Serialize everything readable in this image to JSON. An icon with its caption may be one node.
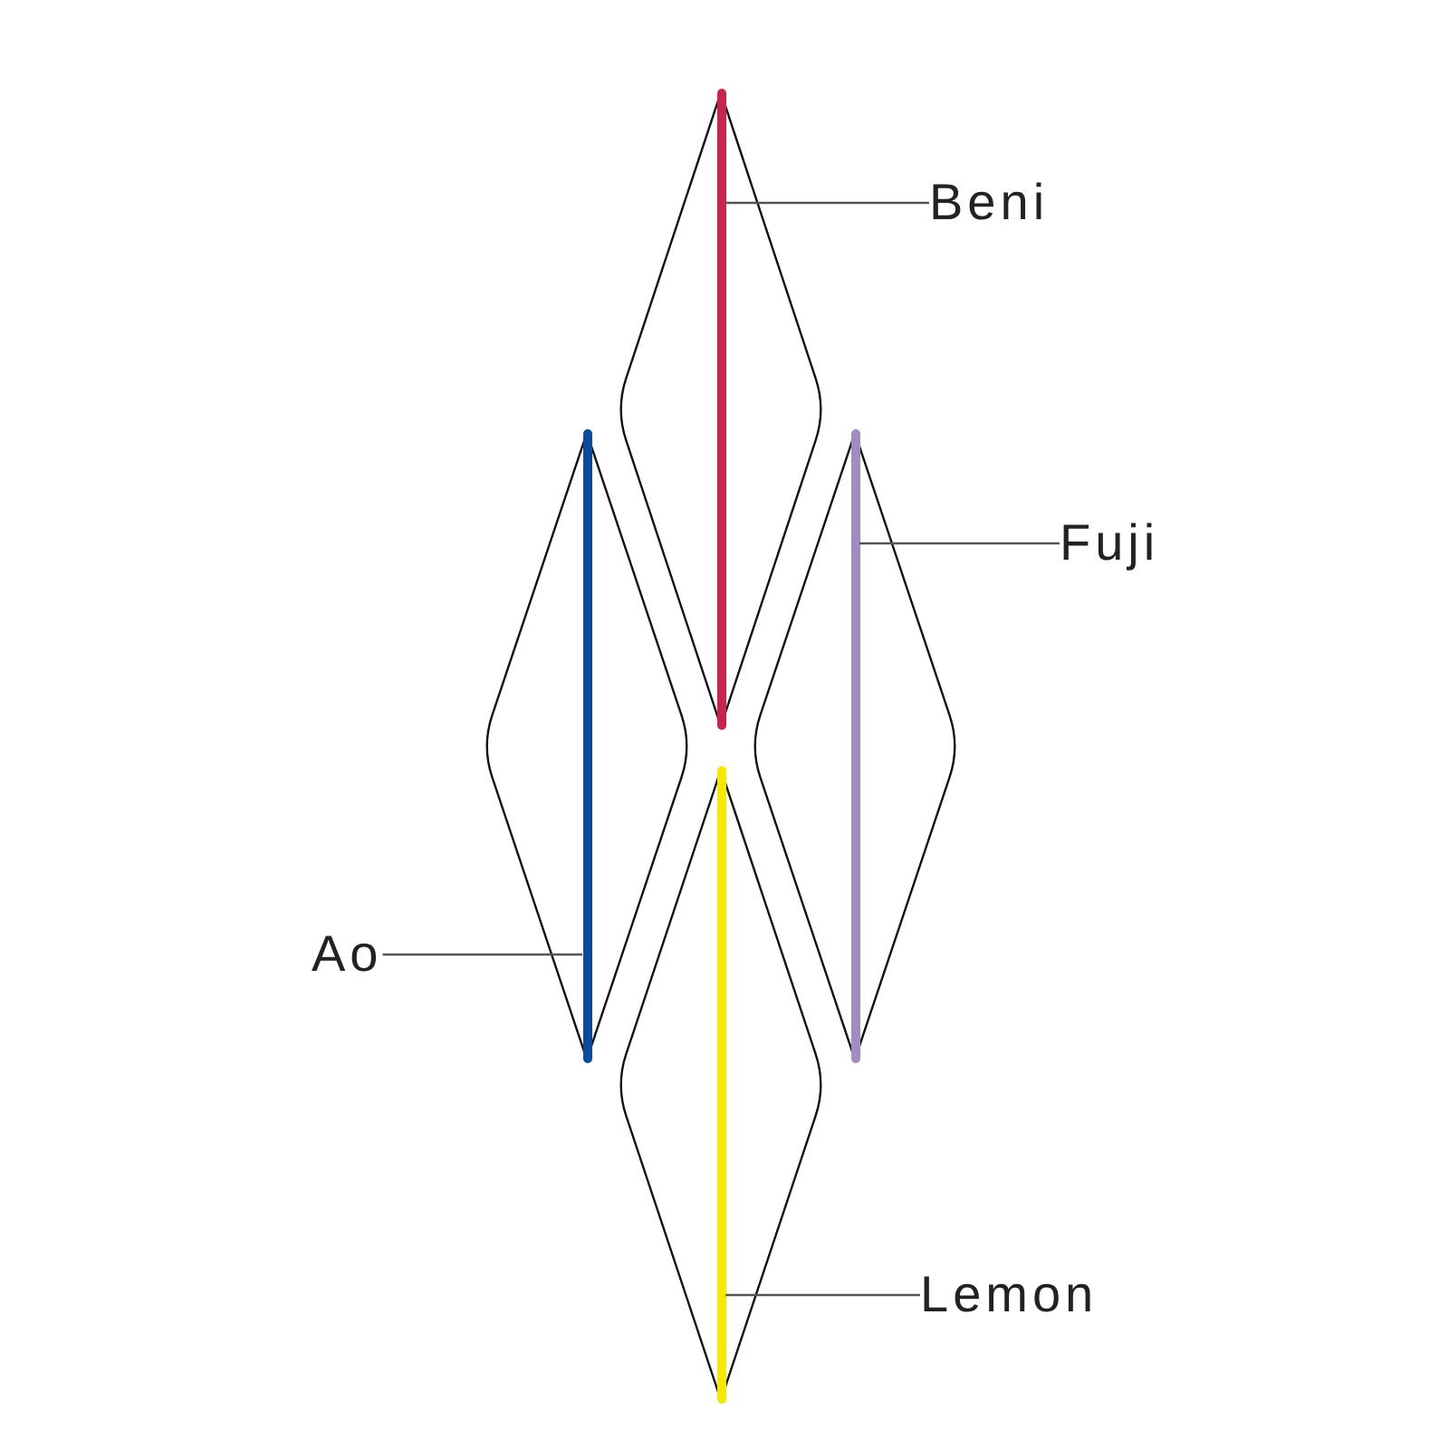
{
  "diagram": {
    "nodes": [
      {
        "text": [],
        "shape": "diamond"
      },
      {
        "text": [],
        "shape": "bar",
        "in": 0
      },
      {
        "text": [
          "Beni"
        ]
      },
      {
        "text": [],
        "shape": "diamond"
      },
      {
        "text": [],
        "shape": "bar",
        "in": 3
      },
      {
        "text": [],
        "shape": "diamond"
      },
      {
        "text": [],
        "shape": "bar",
        "in": 5
      },
      {
        "text": [
          "Fuji"
        ]
      },
      {
        "text": [
          "Ao"
        ]
      },
      {
        "text": [],
        "shape": "diamond"
      },
      {
        "text": [],
        "shape": "bar",
        "in": 9
      },
      {
        "text": [
          "Lemon"
        ]
      }
    ],
    "edges": [
      {
        "from": 2,
        "to": 1,
        "arrow": "none"
      },
      {
        "from": 7,
        "to": 6,
        "arrow": "none"
      },
      {
        "from": 8,
        "to": 4,
        "arrow": "none"
      },
      {
        "from": 11,
        "to": 10,
        "arrow": "none"
      }
    ]
  }
}
